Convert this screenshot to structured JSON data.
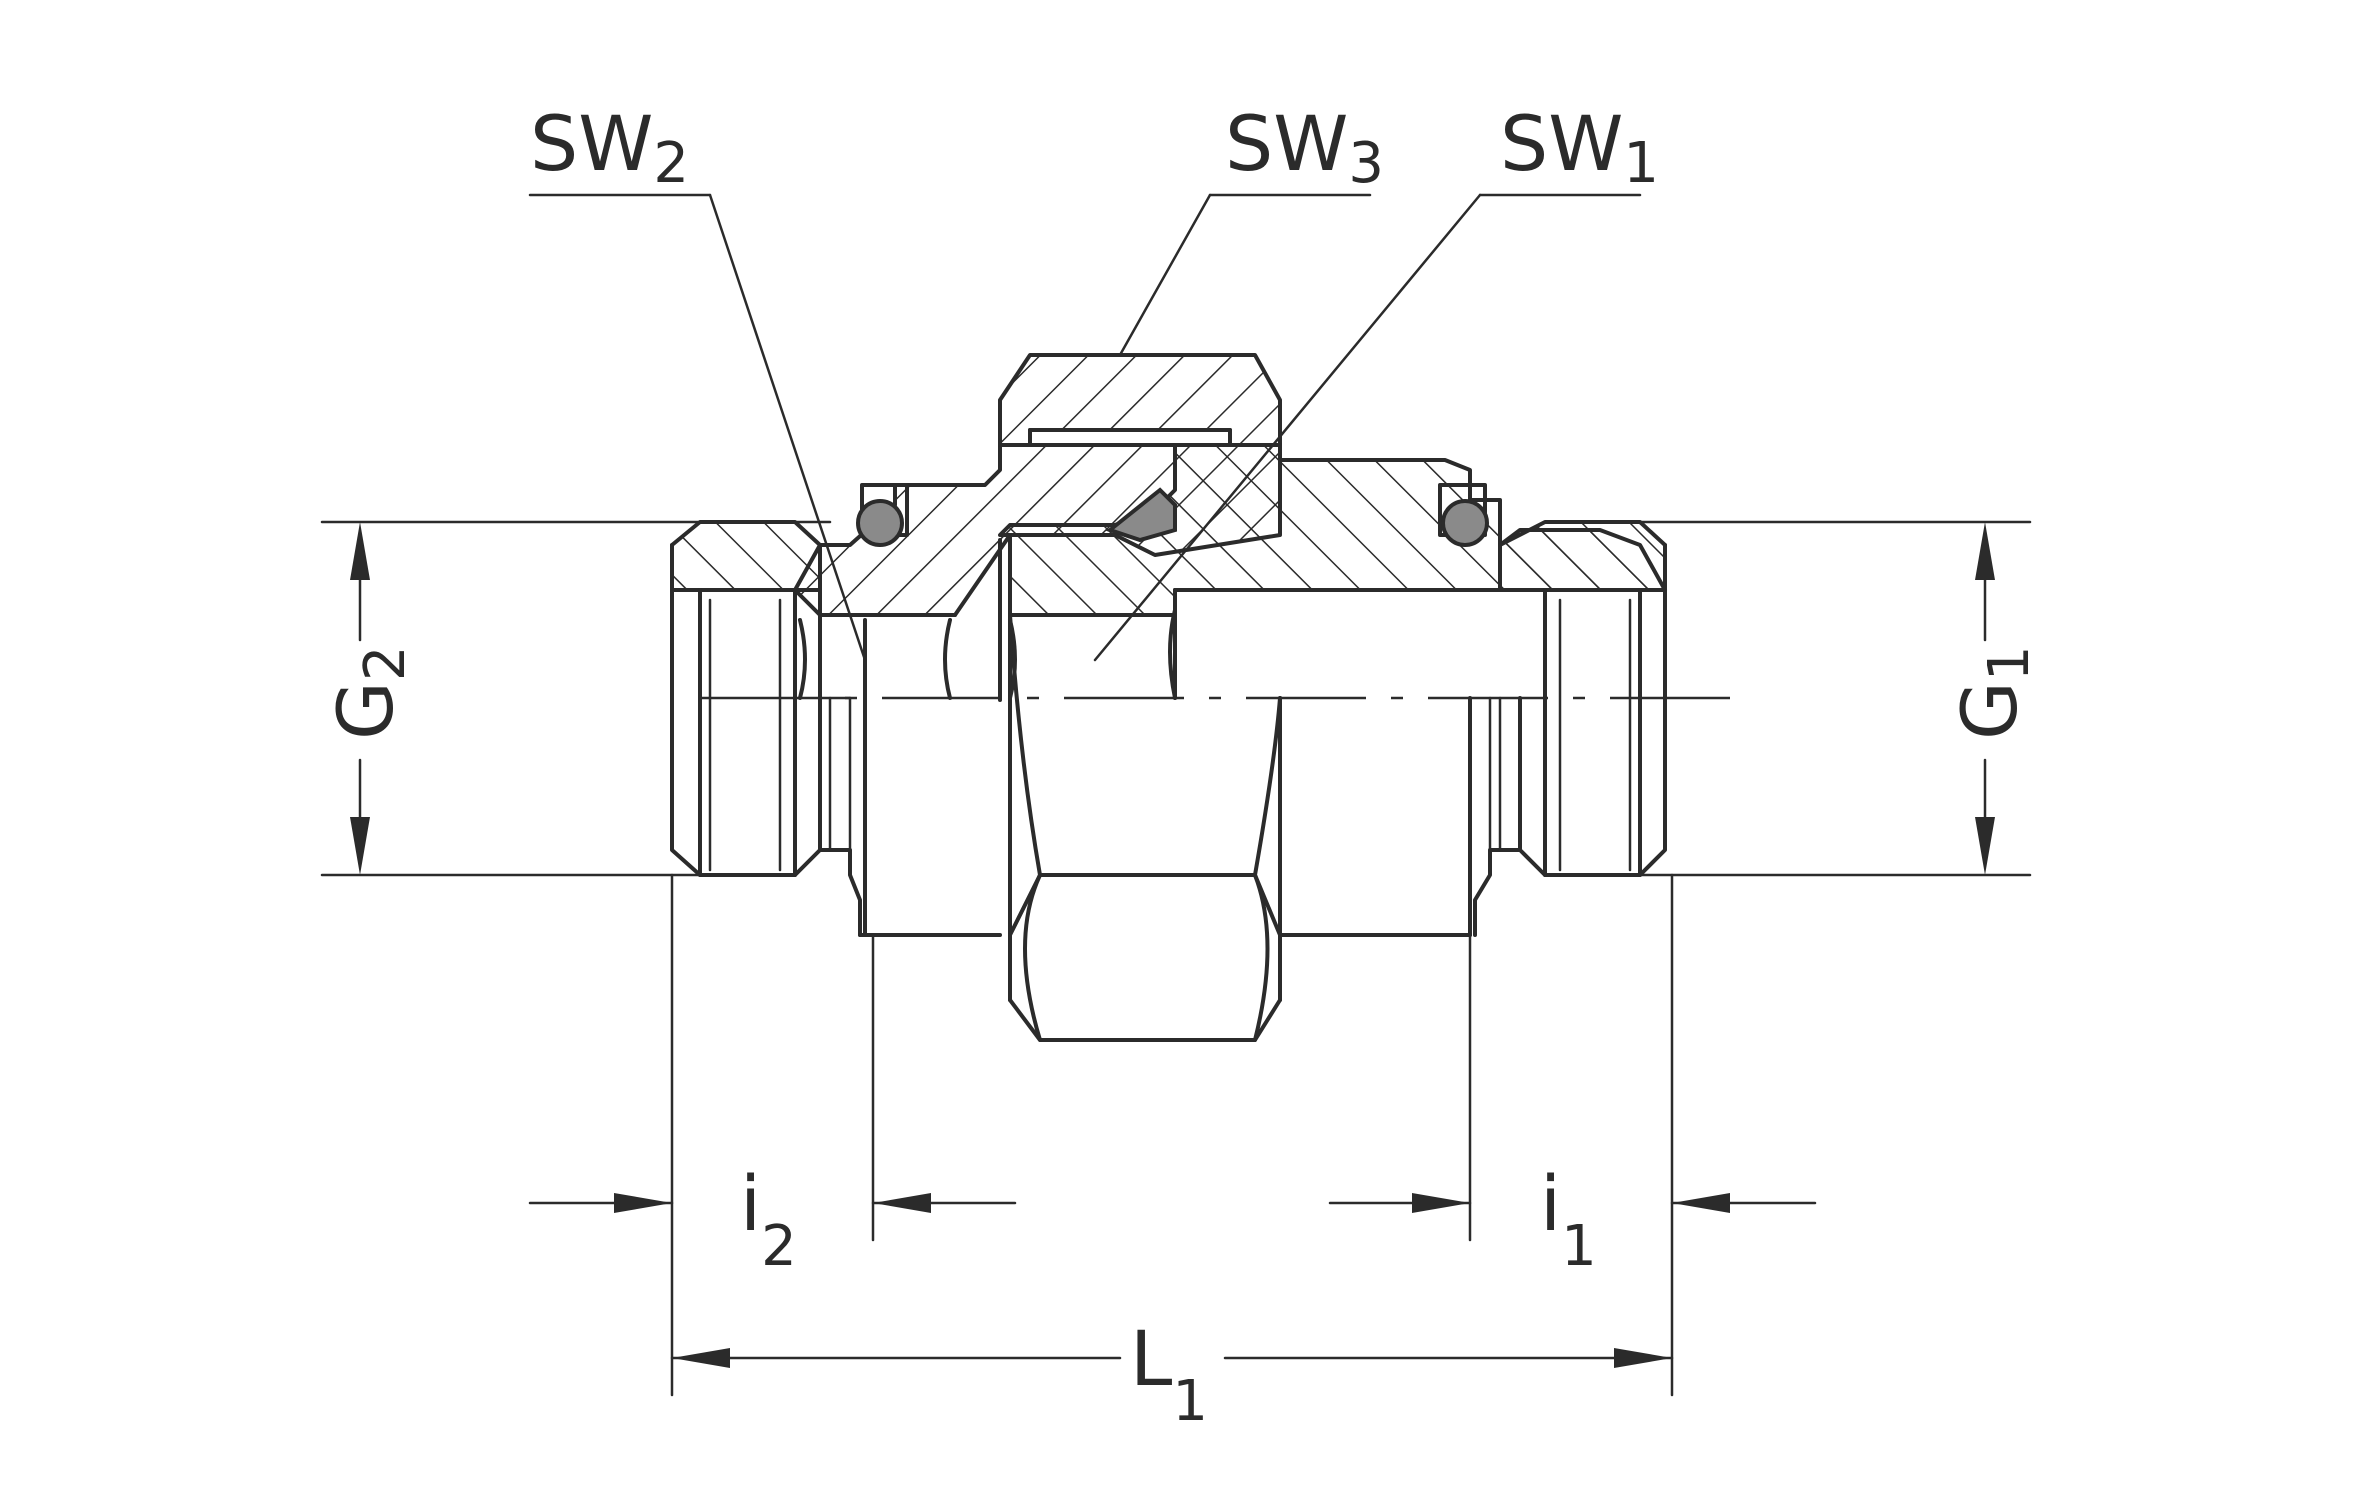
{
  "labels": {
    "sw2": {
      "main": "SW",
      "sub": "2"
    },
    "sw3": {
      "main": "SW",
      "sub": "3"
    },
    "sw1": {
      "main": "SW",
      "sub": "1"
    },
    "g2": {
      "main": "G",
      "sub": "2"
    },
    "g1": {
      "main": "G",
      "sub": "1"
    },
    "i2": {
      "main": "i",
      "sub": "2"
    },
    "i1": {
      "main": "i",
      "sub": "1"
    },
    "l1": {
      "main": "L",
      "sub": "1"
    }
  },
  "colors": {
    "line": "#2b2b2b",
    "oring": "#8a8a8a",
    "background": "#ffffff"
  }
}
